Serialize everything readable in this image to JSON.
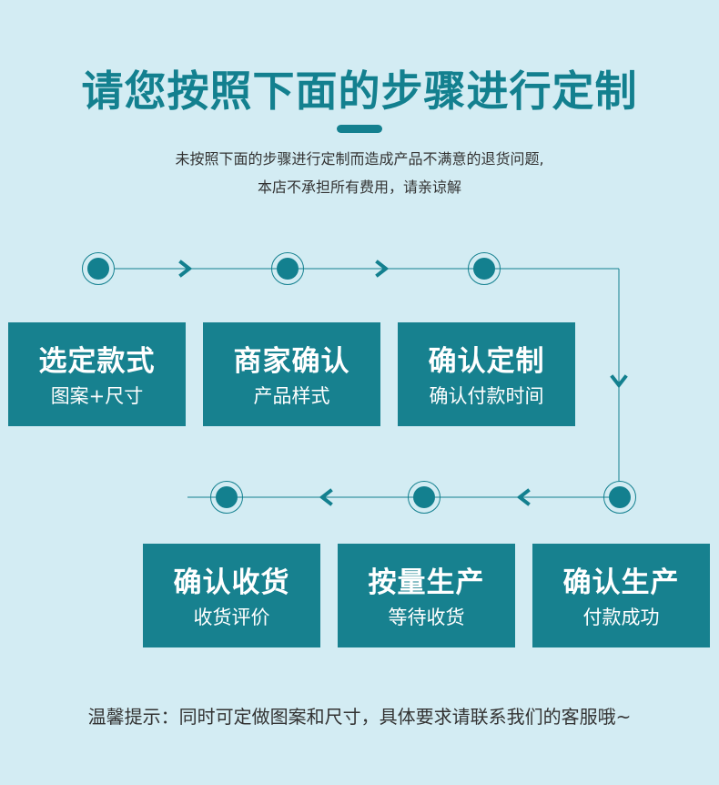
{
  "title": "请您按照下面的步骤进行定制",
  "subtitle_line1": "未按照下面的步骤进行定制而造成产品不满意的退货问题,",
  "subtitle_line2": "本店不承担所有费用，请亲谅解",
  "steps": [
    {
      "title": "选定款式",
      "subtitle": "图案+尺寸"
    },
    {
      "title": "商家确认",
      "subtitle": "产品样式"
    },
    {
      "title": "确认定制",
      "subtitle": "确认付款时间"
    },
    {
      "title": "确认生产",
      "subtitle": "付款成功"
    },
    {
      "title": "按量生产",
      "subtitle": "等待收货"
    },
    {
      "title": "确认收货",
      "subtitle": "收货评价"
    }
  ],
  "tip": "温馨提示：同时可定做图案和尺寸，具体要求请联系我们的客服哦~",
  "colors": {
    "background": "#d3ecf3",
    "accent": "#13808f",
    "box": "#17818f",
    "text": "#333333"
  }
}
